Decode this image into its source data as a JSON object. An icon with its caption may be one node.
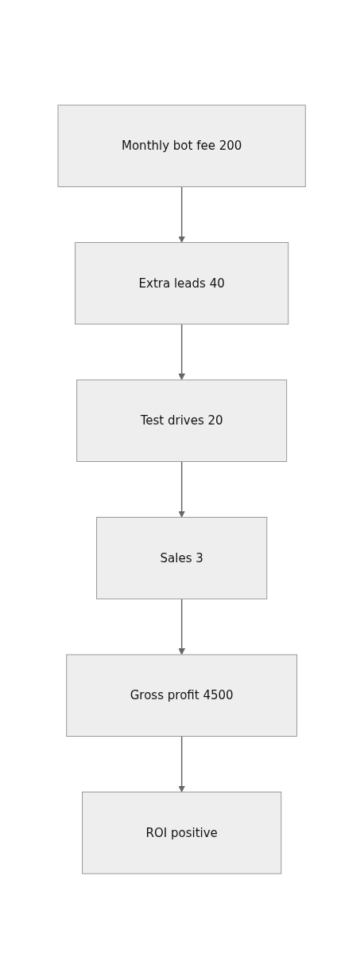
{
  "diagram": {
    "nodes": [
      {
        "text": [
          "Monthly bot fee 200"
        ]
      },
      {
        "text": [
          "Extra leads 40"
        ]
      },
      {
        "text": [
          "Test drives 20"
        ]
      },
      {
        "text": [
          "Sales 3"
        ]
      },
      {
        "text": [
          "Gross profit 4500"
        ]
      },
      {
        "text": [
          "ROI positive"
        ]
      }
    ],
    "edges": [
      {
        "from": 0,
        "to": 1,
        "arrow": "to"
      },
      {
        "from": 1,
        "to": 2,
        "arrow": "to"
      },
      {
        "from": 2,
        "to": 3,
        "arrow": "to"
      },
      {
        "from": 3,
        "to": 4,
        "arrow": "to"
      },
      {
        "from": 4,
        "to": 5,
        "arrow": "to"
      }
    ]
  }
}
